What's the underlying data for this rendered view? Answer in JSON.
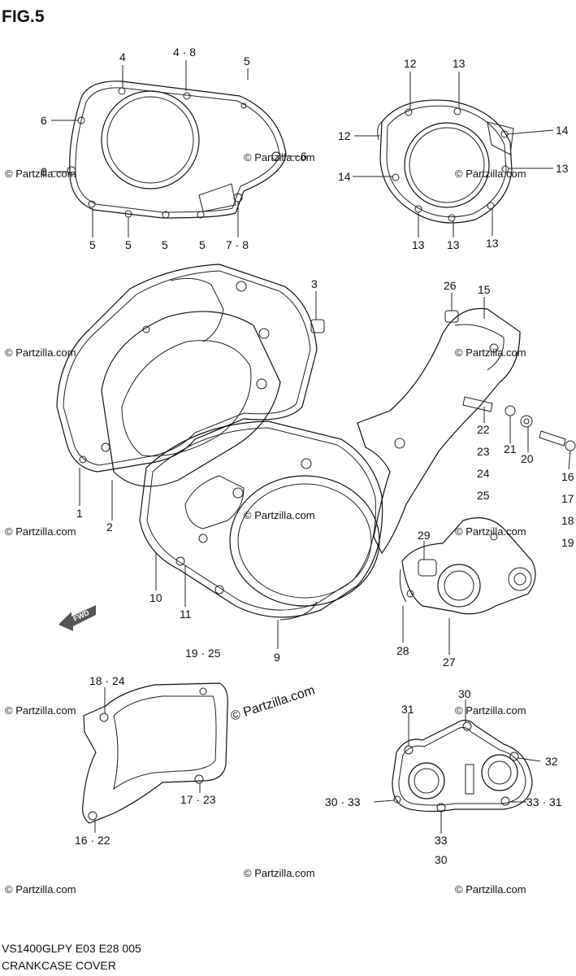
{
  "figure": {
    "title": "FIG.5"
  },
  "footer": {
    "code": "VS1400GLPY E03 E28  005",
    "name": "CRANKCASE COVER"
  },
  "watermark": {
    "small": "© Partzilla.com",
    "big": "© Partzilla.com"
  },
  "arrow": {
    "label": "FWD"
  },
  "callouts": [
    "4",
    "4 · 8",
    "5",
    "6",
    "6",
    "6",
    "5",
    "5",
    "5",
    "5",
    "7 · 8",
    "12",
    "13",
    "12",
    "14",
    "14",
    "13",
    "13",
    "13",
    "13",
    "3",
    "26",
    "15",
    "22",
    "23",
    "24",
    "25",
    "21",
    "20",
    "16",
    "17",
    "18",
    "19",
    "1",
    "2",
    "10",
    "11",
    "9",
    "29",
    "28",
    "27",
    "19 · 25",
    "18 · 24",
    "17 · 23",
    "16 · 22",
    "31",
    "30",
    "32",
    "30 · 33",
    "33 · 31",
    "33",
    "30"
  ]
}
